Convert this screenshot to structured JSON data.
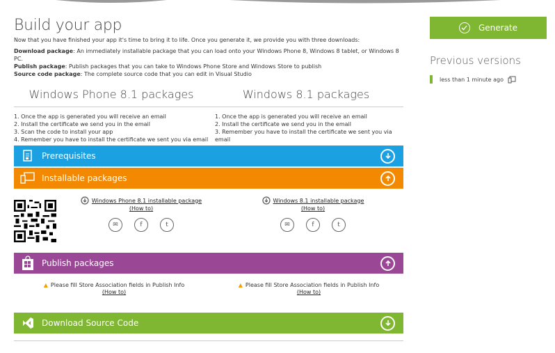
{
  "page": {
    "title": "Build your app",
    "intro": "Now that you have finished your app it's time to bring it to life. Once you generate it, we provide you with three downloads:",
    "downloads": [
      {
        "name": "Download package",
        "desc": ": An immediately installable package that you can load onto your Windows Phone 8, Windows 8 tablet, or Windows 8 PC."
      },
      {
        "name": "Publish package",
        "desc": ": Publish packages that you can take to Windows Phone Store and Windows Store to publish"
      },
      {
        "name": "Source code package",
        "desc": ": The complete source code that you can edit in Visual Studio"
      }
    ]
  },
  "columns": [
    {
      "title": "Windows Phone 8.1 packages",
      "steps": [
        "1. Once the app is generated you will receive an email",
        "2. Install the certificate we send you in the email",
        "3. Scan the code to install your app",
        "4. Remember you have to install the certificate we sent you via email"
      ]
    },
    {
      "title": "Windows 8.1 packages",
      "steps": [
        "1. Once the app is generated you will receive an email",
        "2. Install the certificate we send you in the email",
        "3. Remember you have to install the certificate we sent you via email"
      ]
    }
  ],
  "sections": {
    "prerequisites": {
      "label": "Prerequisites",
      "color": "#1ba1e2"
    },
    "installable": {
      "label": "Installable packages",
      "color": "#f28900"
    },
    "publish": {
      "label": "Publish packages",
      "color": "#9a4896"
    },
    "source": {
      "label": "Download Source Code",
      "color": "#7fb632"
    }
  },
  "install": {
    "phone_link": "Windows Phone 8.1 installable package",
    "pc_link": "Windows 8.1 installable package",
    "howto": "(How to)"
  },
  "publish": {
    "warning": "Please fill Store Association fields in Publish Info",
    "howto": "(How to)"
  },
  "sidebar": {
    "generate_label": "Generate",
    "prev_title": "Previous versions",
    "versions": [
      {
        "label": "less than 1 minute ago"
      }
    ]
  },
  "icons": {
    "share": [
      "email-icon",
      "facebook-icon",
      "twitter-icon"
    ]
  }
}
